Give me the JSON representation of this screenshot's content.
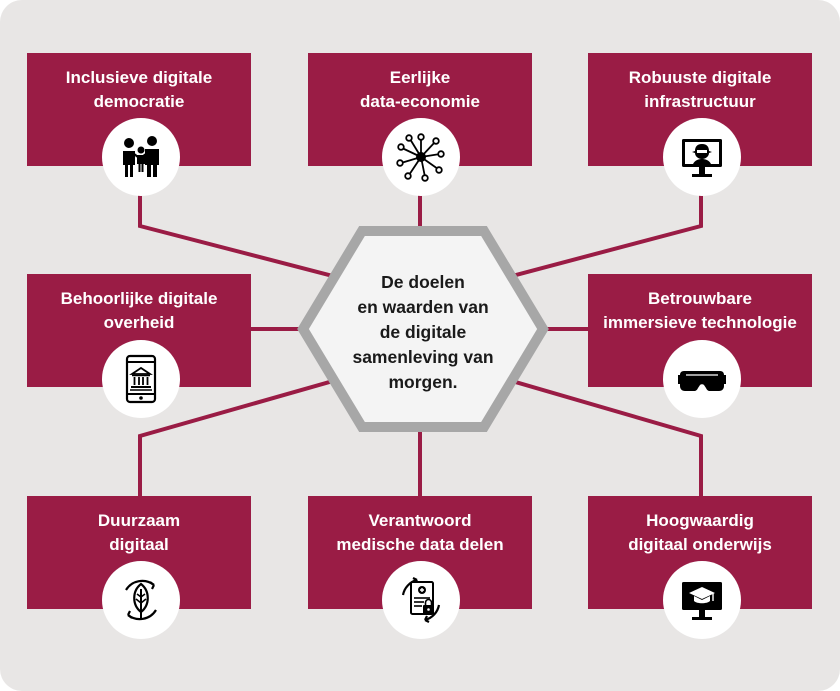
{
  "colors": {
    "background": "#e8e6e5",
    "box": "#9a1c45",
    "connector": "#9a1c45",
    "hub_border": "#a7a7a7",
    "hub_fill": "#f4f4f4",
    "box_text": "#ffffff",
    "hub_text": "#1a1a1a"
  },
  "hub": {
    "text": "De doelen\nen waarden van\nde digitale\nsamenleving van\nmorgen."
  },
  "goals": [
    {
      "label": "Inclusieve digitale\ndemocratie",
      "icon": "family-icon"
    },
    {
      "label": "Eerlijke\ndata-economie",
      "icon": "data-network-icon"
    },
    {
      "label": "Robuuste digitale\ninfrastructuur",
      "icon": "monitor-hacker-icon"
    },
    {
      "label": "Behoorlijke digitale\noverheid",
      "icon": "tablet-government-icon"
    },
    {
      "label": "Betrouwbare\nimmersieve technologie",
      "icon": "vr-headset-icon"
    },
    {
      "label": "Duurzaam\ndigitaal",
      "icon": "leaf-cycle-icon"
    },
    {
      "label": "Verantwoord\nmedische data delen",
      "icon": "medical-document-icon"
    },
    {
      "label": "Hoogwaardig\ndigitaal onderwijs",
      "icon": "monitor-graduation-icon"
    }
  ]
}
